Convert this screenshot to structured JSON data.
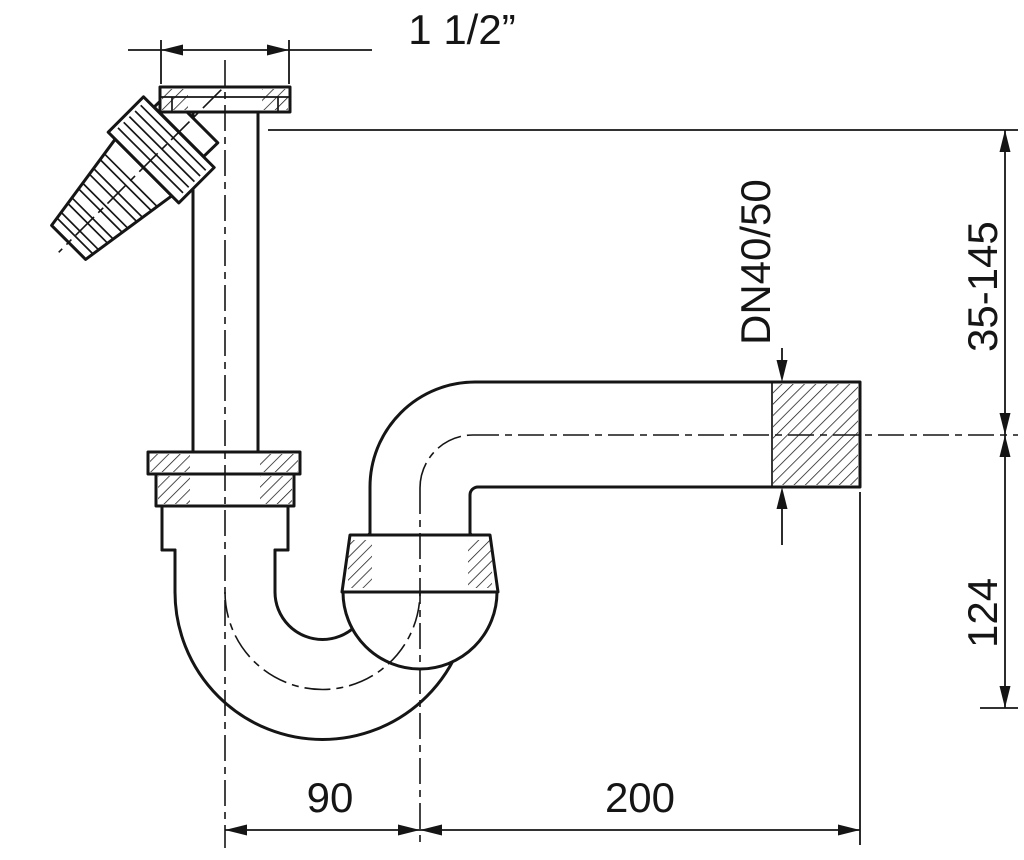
{
  "labels": {
    "inlet_thread": "1 1/2”",
    "outlet_size": "DN40/50",
    "adjustable_height": "35-145",
    "outlet_height": "124",
    "trap_offset": "90",
    "outlet_length": "200"
  },
  "colors": {
    "line": "#151515",
    "background": "#ffffff"
  }
}
